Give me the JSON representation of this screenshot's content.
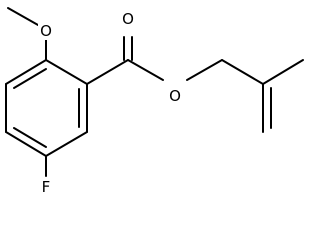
{
  "molecule": {
    "atoms": {
      "o_methoxy": "O",
      "o_carbonyl": "O",
      "o_ester": "O",
      "f": "F"
    }
  },
  "colors": {
    "bond": "#000000",
    "background": "#ffffff"
  }
}
